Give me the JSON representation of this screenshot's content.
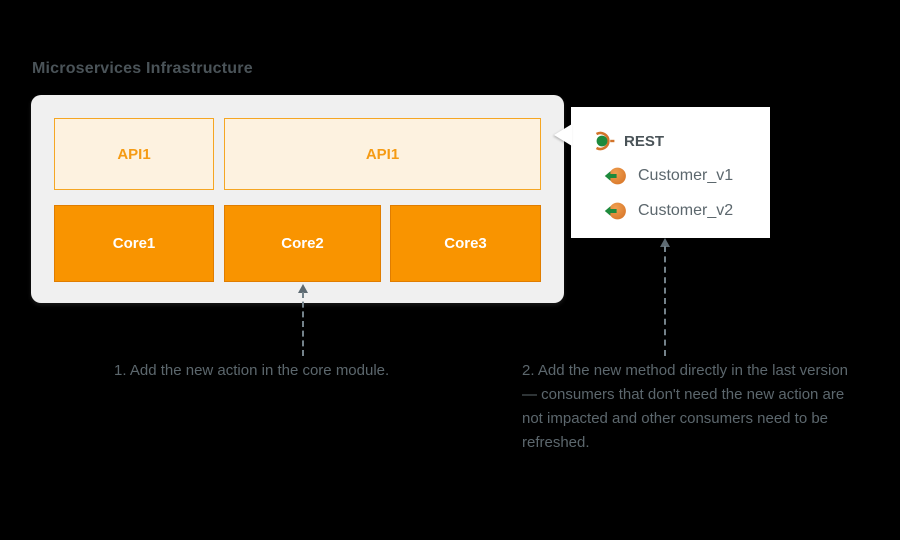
{
  "diagram": {
    "title": "Microservices Infrastructure",
    "background_color": "#000000",
    "panel_color": "#f0f0f0",
    "accent_orange": "#f99400",
    "accent_orange_light": "#fdf2e0",
    "accent_green": "#1e8a3c",
    "text_gray": "#5c676d"
  },
  "infrastructure": {
    "api_layer": [
      {
        "label": "API1",
        "name": "api1-left"
      },
      {
        "label": "API1",
        "name": "api1-right"
      }
    ],
    "core_layer": [
      {
        "label": "Core1",
        "name": "core1"
      },
      {
        "label": "Core2",
        "name": "core2"
      },
      {
        "label": "Core3",
        "name": "core3"
      }
    ]
  },
  "callout": {
    "header": {
      "label": "REST",
      "icon": "rest-interface-icon"
    },
    "items": [
      {
        "label": "Customer_v1",
        "icon": "provided-interface-icon"
      },
      {
        "label": "Customer_v2",
        "icon": "provided-interface-icon"
      }
    ]
  },
  "annotations": [
    {
      "id": "step-1",
      "text": "1. Add the new action in the core module.",
      "points_to": "core2"
    },
    {
      "id": "step-2",
      "text": "2. Add the new method directly in the last version — consumers that don't need the new action are not impacted and other consumers need to be refreshed.",
      "points_to": "rest-callout"
    }
  ]
}
